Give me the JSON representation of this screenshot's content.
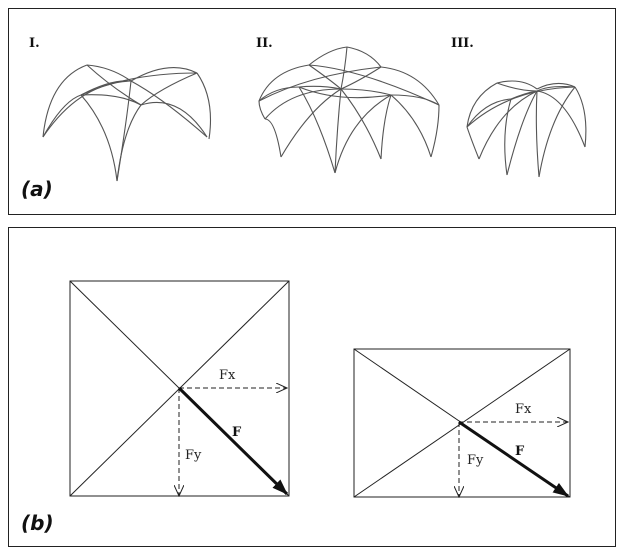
{
  "panel_a": {
    "label": "(a)",
    "vaults": [
      {
        "numeral": "I."
      },
      {
        "numeral": "II."
      },
      {
        "numeral": "III."
      }
    ]
  },
  "panel_b": {
    "label": "(b)",
    "diagrams": [
      {
        "shape": "square",
        "fx_label": "Fx",
        "fy_label": "Fy",
        "f_label": "F"
      },
      {
        "shape": "rectangle",
        "fx_label": "Fx",
        "fy_label": "Fy",
        "f_label": "F"
      }
    ]
  }
}
